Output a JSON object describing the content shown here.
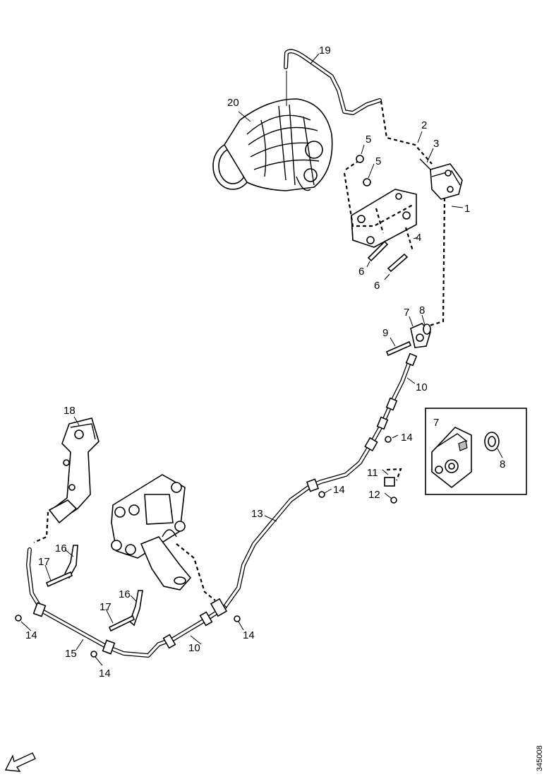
{
  "diagram": {
    "callouts": [
      {
        "id": "c1",
        "text": "1"
      },
      {
        "id": "c2",
        "text": "2"
      },
      {
        "id": "c3",
        "text": "3"
      },
      {
        "id": "c4",
        "text": "4"
      },
      {
        "id": "c5a",
        "text": "5"
      },
      {
        "id": "c5b",
        "text": "5"
      },
      {
        "id": "c6a",
        "text": "6"
      },
      {
        "id": "c6b",
        "text": "6"
      },
      {
        "id": "c7",
        "text": "7"
      },
      {
        "id": "c8",
        "text": "8"
      },
      {
        "id": "c9",
        "text": "9"
      },
      {
        "id": "c10a",
        "text": "10"
      },
      {
        "id": "c10b",
        "text": "10"
      },
      {
        "id": "c11",
        "text": "11"
      },
      {
        "id": "c12",
        "text": "12"
      },
      {
        "id": "c13",
        "text": "13"
      },
      {
        "id": "c14a",
        "text": "14"
      },
      {
        "id": "c14b",
        "text": "14"
      },
      {
        "id": "c14c",
        "text": "14"
      },
      {
        "id": "c14d",
        "text": "14"
      },
      {
        "id": "c14e",
        "text": "14"
      },
      {
        "id": "c15",
        "text": "15"
      },
      {
        "id": "c16a",
        "text": "16"
      },
      {
        "id": "c16b",
        "text": "16"
      },
      {
        "id": "c17a",
        "text": "17"
      },
      {
        "id": "c17b",
        "text": "17"
      },
      {
        "id": "c18",
        "text": "18"
      },
      {
        "id": "c19",
        "text": "19"
      },
      {
        "id": "c20",
        "text": "20"
      }
    ],
    "detail_inset": {
      "callouts": [
        {
          "id": "i7",
          "text": "7"
        },
        {
          "id": "i8",
          "text": "8"
        }
      ]
    },
    "figure_code": "345008",
    "front_arrow_icon": "front-direction-arrow-icon"
  }
}
